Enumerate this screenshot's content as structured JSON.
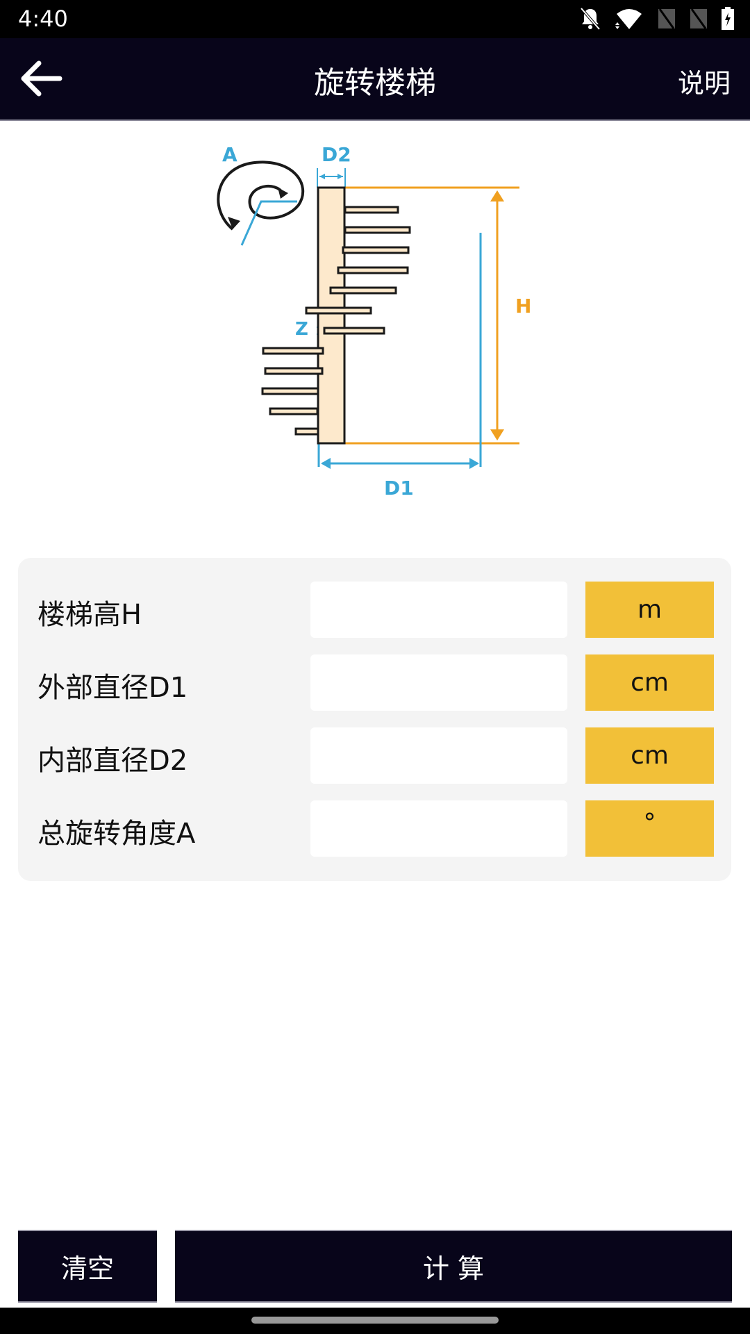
{
  "status_bar": {
    "time": "4:40",
    "icons": [
      "notifications-off-icon",
      "wifi-icon",
      "no-sim-icon",
      "no-sim-icon",
      "battery-charging-icon"
    ]
  },
  "header": {
    "back_icon": "arrow-left-icon",
    "title": "旋转楼梯",
    "help_label": "说明"
  },
  "diagram": {
    "labels": {
      "angle": "A",
      "inner_diameter": "D2",
      "height": "H",
      "step_gap": "Z",
      "outer_diameter": "D1"
    },
    "colors": {
      "blue": "#3aa7d6",
      "orange": "#f0a020",
      "fill": "#fde9cc",
      "stroke": "#1a1a1a"
    }
  },
  "form": {
    "rows": [
      {
        "label": "楼梯高H",
        "value": "",
        "placeholder": "",
        "unit": "m"
      },
      {
        "label": "外部直径D1",
        "value": "",
        "placeholder": "",
        "unit": "cm"
      },
      {
        "label": "内部直径D2",
        "value": "",
        "placeholder": "",
        "unit": "cm"
      },
      {
        "label": "总旋转角度A",
        "value": "",
        "placeholder": "",
        "unit": "°"
      }
    ]
  },
  "actions": {
    "clear_label": "清空",
    "calculate_label": "计 算"
  },
  "colors": {
    "header_bg": "#08051a",
    "unit_bg": "#f2c038",
    "card_bg": "#f4f4f4"
  }
}
